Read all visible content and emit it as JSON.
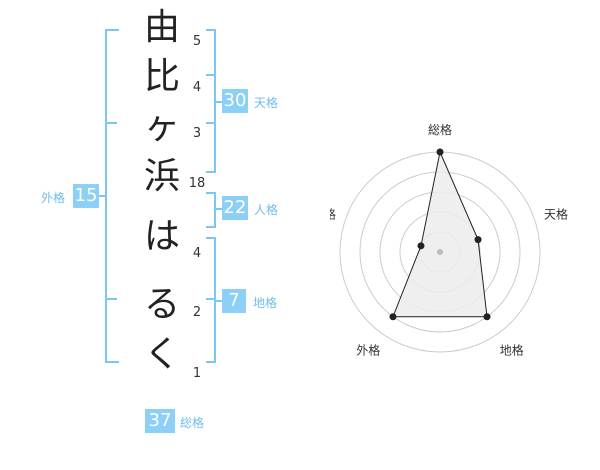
{
  "name_chars": [
    "由",
    "比",
    "ヶ",
    "浜",
    "は",
    "る",
    "く"
  ],
  "stroke_counts": [
    "5",
    "4",
    "3",
    "18",
    "4",
    "2",
    "1"
  ],
  "fortune": {
    "tenkaku": {
      "value": "30",
      "label": "天格"
    },
    "jinkaku": {
      "value": "22",
      "label": "人格"
    },
    "chikaku": {
      "value": "7",
      "label": "地格"
    },
    "gaikaku": {
      "value": "15",
      "label": "外格"
    },
    "soukaku": {
      "value": "37",
      "label": "総格"
    }
  },
  "radar": {
    "axes": [
      "総格",
      "天格",
      "地格",
      "外格",
      "人格"
    ],
    "levels": 5,
    "values": [
      5,
      2,
      4,
      4,
      1
    ],
    "colors": {
      "fill": "#ececec",
      "line": "#222222",
      "grid": "#cccccc",
      "center": "#bbbbbb"
    }
  }
}
